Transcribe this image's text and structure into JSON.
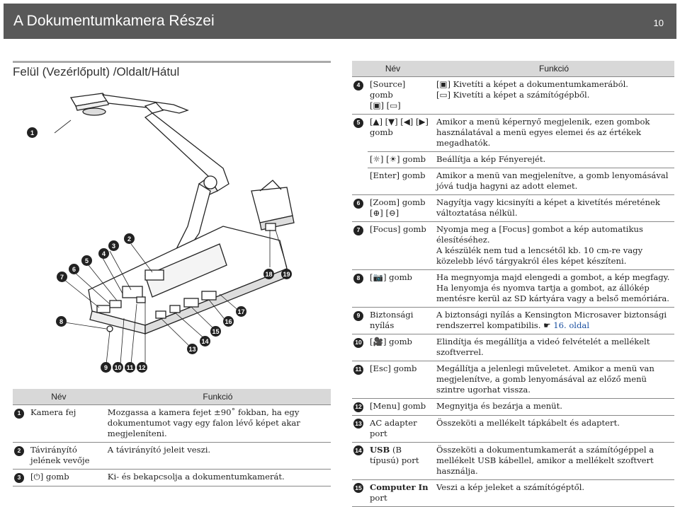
{
  "header": {
    "title": "A Dokumentumkamera Részei",
    "page": "10"
  },
  "section_title": "Felül (Vezérlőpult) /Oldalt/Hátul",
  "callouts": [
    "1",
    "2",
    "3",
    "4",
    "5",
    "6",
    "7",
    "8",
    "9",
    "10",
    "11",
    "12",
    "13",
    "14",
    "15",
    "16",
    "17",
    "18",
    "19"
  ],
  "left_table": {
    "headers": [
      "Név",
      "Funkció"
    ],
    "rows": [
      {
        "num": "1",
        "name": "Kamera fej",
        "func": "Mozgassa a kamera fejet ±90˚ fokban, ha egy dokumentumot vagy egy falon lévő képet akar megjeleníteni."
      },
      {
        "num": "2",
        "name": "Távirányító jelének vevője",
        "func": "A távirányító jeleit veszi."
      },
      {
        "num": "3",
        "name": "[⏻] gomb",
        "func": "Ki- és bekapcsolja a dokumentumkamerát."
      }
    ]
  },
  "right_table": {
    "headers": [
      "Név",
      "Funkció"
    ],
    "rows": [
      {
        "num": "4",
        "name": "[Source] gomb",
        "name2": "[▣] [▭]",
        "func": "[▣] Kivetíti a képet a dokumentumkamerából.",
        "func2": "[▭] Kivetíti a képet a számítógépből."
      },
      {
        "num": "5",
        "name": "[▲] [▼] [◀] [▶] gomb",
        "func": "Amikor a menü képernyő megjelenik, ezen gombok használatával a menü egyes elemei és az értékek megadhatók."
      },
      {
        "num": "",
        "name": "[☼] [☀] gomb",
        "func": "Beállítja a kép Fényerejét."
      },
      {
        "num": "",
        "name": "[Enter] gomb",
        "func": "Amikor a menü van megjelenítve, a gomb lenyomásával jóvá tudja hagyni az adott elemet."
      },
      {
        "num": "6",
        "name": "[Zoom] gomb",
        "name2": "[⊕] [⊖]",
        "func": "Nagyítja vagy kicsinyíti a képet a kivetítés méretének változtatása nélkül."
      },
      {
        "num": "7",
        "name": "[Focus] gomb",
        "func": "Nyomja meg a [Focus] gombot a kép automatikus élesítéséhez.",
        "func2": "A készülék nem tud a lencsétől kb. 10 cm-re vagy közelebb lévő tárgyakról éles képet készíteni."
      },
      {
        "num": "8",
        "name": "[📷] gomb",
        "func": "Ha megnyomja majd elengedi a gombot, a kép megfagy. Ha lenyomja és nyomva tartja a gombot, az állókép mentésre kerül az SD kártyára vagy a belső memóriára."
      },
      {
        "num": "9",
        "name": "Biztonsági nyílás",
        "func": "A biztonsági nyílás a Kensington Microsaver biztonsági rendszerrel kompatibilis. ☛",
        "func_link": "16. oldal"
      },
      {
        "num": "10",
        "name": "[🎥] gomb",
        "func": "Elindítja és megállítja a videó felvételét a mellékelt szoftverrel."
      },
      {
        "num": "11",
        "name": "[Esc] gomb",
        "func": "Megállítja a jelenlegi műveletet. Amikor a menü van megjelenítve, a gomb lenyomásával az előző menü szintre ugorhat vissza."
      },
      {
        "num": "12",
        "name": "[Menu] gomb",
        "func": "Megnyitja és bezárja a menüt."
      },
      {
        "num": "13",
        "name": "AC adapter port",
        "func": "Összeköti a mellékelt tápkábelt és adaptert."
      },
      {
        "num": "14",
        "name_bold": "USB",
        "name": " (B típusú) port",
        "func": "Összeköti a dokumentumkamerát a számítógéppel a mellékelt USB kábellel, amikor a mellékelt szoftvert használja."
      },
      {
        "num": "15",
        "name_bold": "Computer In",
        "name": " port",
        "func": "Veszi a kép jeleket a számítógéptől."
      }
    ]
  }
}
